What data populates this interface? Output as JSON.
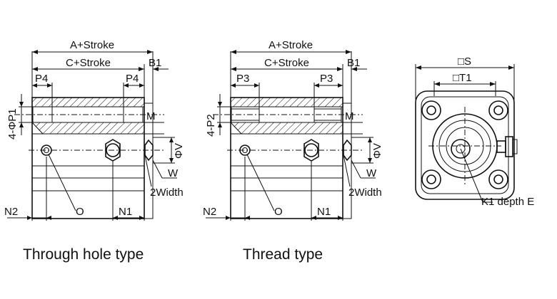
{
  "views": [
    {
      "id": "through",
      "caption": "Through hole type",
      "dims": {
        "a_stroke": "A+Stroke",
        "c_stroke": "C+Stroke",
        "b1": "B1",
        "p_left": "P4",
        "p_right": "P4",
        "side": "4-ΦP1",
        "m": "M",
        "v": "ΦV",
        "w": "W",
        "width": "2Width",
        "n2": "N2",
        "o": "O",
        "n1": "N1"
      }
    },
    {
      "id": "thread",
      "caption": "Thread type",
      "dims": {
        "a_stroke": "A+Stroke",
        "c_stroke": "C+Stroke",
        "b1": "B1",
        "p_left": "P3",
        "p_right": "P3",
        "side": "4-P2",
        "m": "M",
        "v": "ΦV",
        "w": "W",
        "width": "2Width",
        "n2": "N2",
        "o": "O",
        "n1": "N1"
      }
    }
  ],
  "end_view": {
    "s": "□S",
    "t1": "□T1",
    "k1": "K1 depth E"
  }
}
